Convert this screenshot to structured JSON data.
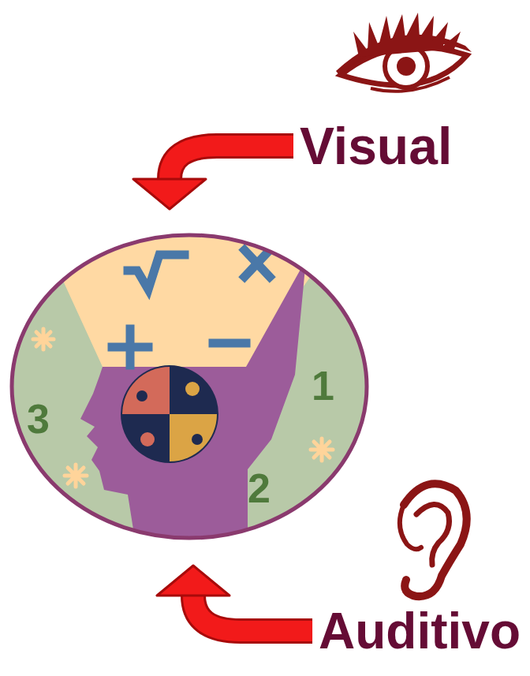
{
  "diagram": {
    "nodes": [
      {
        "text": [
          "Visual"
        ]
      },
      {
        "text": [
          "1",
          "3",
          "2"
        ]
      },
      {
        "text": [
          "Auditivo"
        ]
      }
    ],
    "edges": [
      {
        "from": 0,
        "to": 1,
        "arrow": "to"
      },
      {
        "from": 2,
        "to": 1,
        "arrow": "to"
      }
    ]
  }
}
